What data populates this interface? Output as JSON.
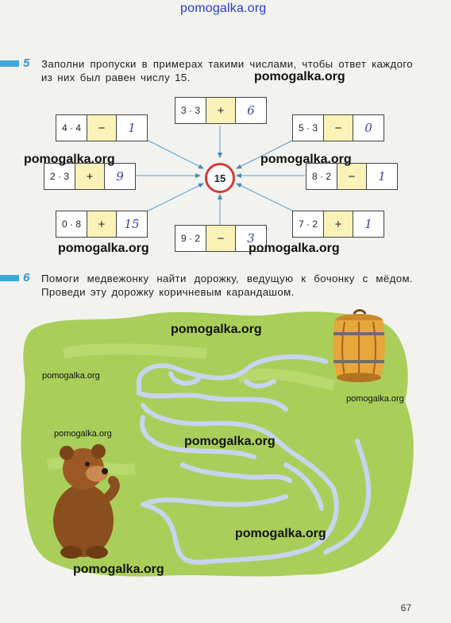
{
  "watermarks": {
    "top": "pomogalka.org",
    "big": "pomogalka.org",
    "small": "pomogalka.org"
  },
  "task5": {
    "number": "5",
    "text": "Заполни пропуски в примерах такими числами, чтобы ответ каждого из них был равен числу 15.",
    "center": "15",
    "equations": [
      {
        "id": "top",
        "expr": "3 · 3",
        "op": "+",
        "answer": "6"
      },
      {
        "id": "top-left",
        "expr": "4 · 4",
        "op": "−",
        "answer": "1"
      },
      {
        "id": "top-right",
        "expr": "5 · 3",
        "op": "−",
        "answer": "0"
      },
      {
        "id": "left",
        "expr": "2 · 3",
        "op": "+",
        "answer": "9"
      },
      {
        "id": "right",
        "expr": "8 · 2",
        "op": "−",
        "answer": "1"
      },
      {
        "id": "bottom-left",
        "expr": "0 · 8",
        "op": "+",
        "answer": "15"
      },
      {
        "id": "bottom",
        "expr": "9 · 2",
        "op": "−",
        "answer": "3"
      },
      {
        "id": "bottom-right",
        "expr": "7 · 2",
        "op": "+",
        "answer": "1"
      }
    ]
  },
  "task6": {
    "number": "6",
    "text": "Помоги медвежонку найти дорожку, ведущую к бочонку с мёдом. Проведи эту дорожку коричневым карандашом."
  },
  "colors": {
    "accent_blue": "#3fa8d8",
    "operator_yellow": "#fbf2b8",
    "circle_red": "#d23a3a",
    "maze_green": "#a9cf5a",
    "path_blue": "#c9d4ef"
  },
  "page_number": "67"
}
